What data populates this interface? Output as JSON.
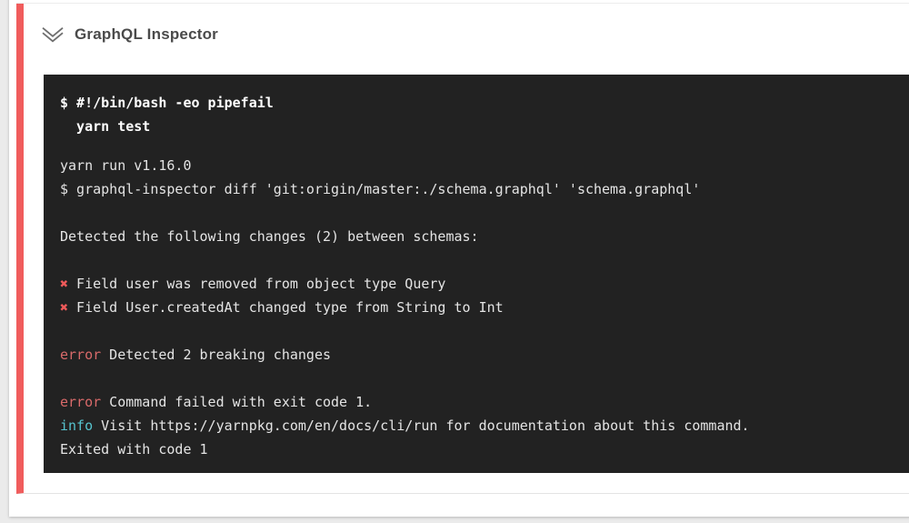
{
  "colors": {
    "page_bg": "#ebebeb",
    "accent_red": "#f05c5c",
    "terminal_bg": "#222222",
    "terminal_text": "#e4e4e4",
    "mark_red": "#ef5a5a",
    "error_red": "#d96a6a",
    "info_cyan": "#56c3ce",
    "title_gray": "#4a4a4a"
  },
  "step": {
    "title": "GraphQL Inspector",
    "status": "failed",
    "collapse_icon": "chevron-double-down"
  },
  "terminal": {
    "command_lines": [
      "$ #!/bin/bash -eo pipefail",
      "  yarn test"
    ],
    "output_lines": [
      [
        {
          "t": "yarn run v1.16.0"
        }
      ],
      [
        {
          "t": "$ graphql-inspector diff 'git:origin/master:./schema.graphql' 'schema.graphql'"
        }
      ],
      [],
      [
        {
          "t": "Detected the following changes (2) between schemas:"
        }
      ],
      [],
      [
        {
          "t": "✖",
          "c": "mark_red"
        },
        {
          "t": " Field user was removed from object type Query"
        }
      ],
      [
        {
          "t": "✖",
          "c": "mark_red"
        },
        {
          "t": " Field User.createdAt changed type from String to Int"
        }
      ],
      [],
      [
        {
          "t": "error",
          "c": "error_red"
        },
        {
          "t": " Detected 2 breaking changes"
        }
      ],
      [],
      [
        {
          "t": "error",
          "c": "error_red"
        },
        {
          "t": " Command failed with exit code 1."
        }
      ],
      [
        {
          "t": "info",
          "c": "info_cyan"
        },
        {
          "t": " Visit https://yarnpkg.com/en/docs/cli/run for documentation about this command."
        }
      ],
      [
        {
          "t": "Exited with code 1"
        }
      ]
    ]
  }
}
